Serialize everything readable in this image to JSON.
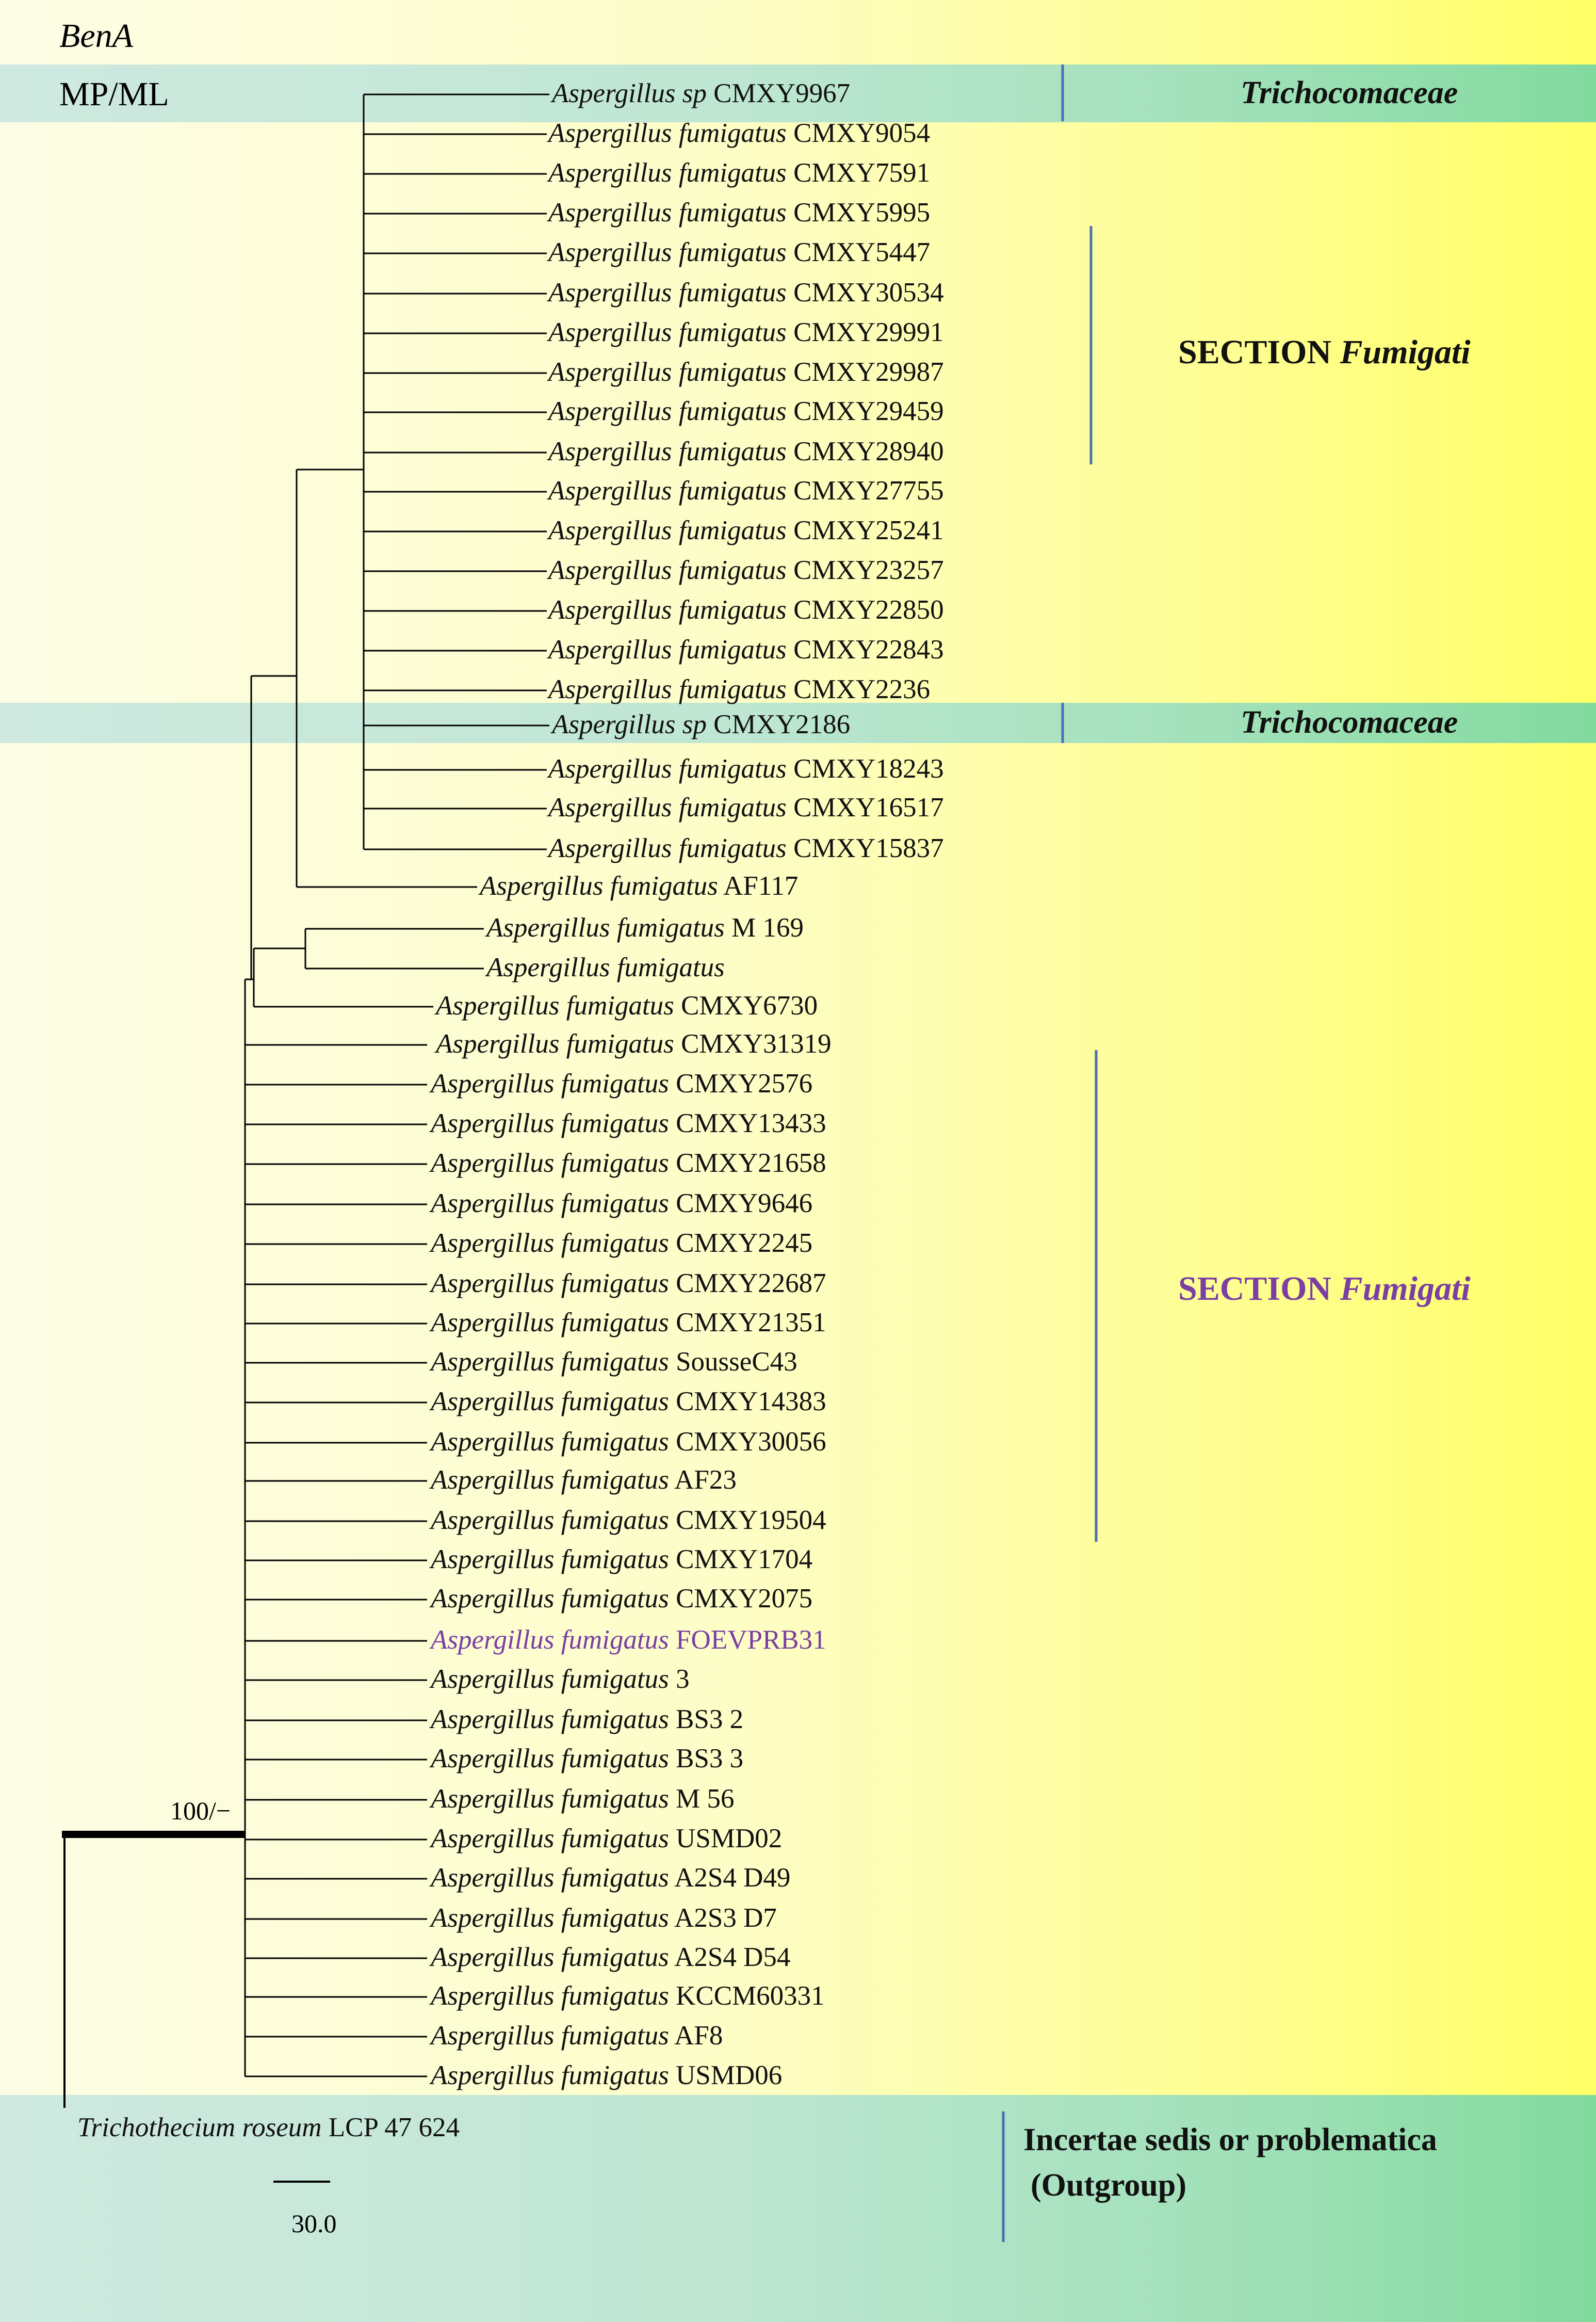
{
  "title": "BenA",
  "method": "MP/ML",
  "groups": {
    "tricho_1": {
      "name": "Trichocomaceae"
    },
    "section_1": {
      "prefix": "SECTION ",
      "name": "Fumigati"
    },
    "tricho_2": {
      "name": "Trichocomaceae"
    },
    "section_2": {
      "prefix": "SECTION ",
      "name": "Fumigati"
    },
    "outgroup": {
      "line1": "Incertae sedis or problematica",
      "line2": "(Outgroup)"
    }
  },
  "bootstrap": "100/−",
  "scale_bar": {
    "value": "30.0"
  },
  "taxa": [
    {
      "genus": "Aspergillus sp",
      "strain": "CMXY9967"
    },
    {
      "genus": "Aspergillus fumigatus",
      "strain": "CMXY9054"
    },
    {
      "genus": "Aspergillus fumigatus",
      "strain": "CMXY7591"
    },
    {
      "genus": "Aspergillus fumigatus",
      "strain": "CMXY5995"
    },
    {
      "genus": "Aspergillus fumigatus",
      "strain": "CMXY5447"
    },
    {
      "genus": "Aspergillus fumigatus",
      "strain": "CMXY30534"
    },
    {
      "genus": "Aspergillus fumigatus",
      "strain": "CMXY29991"
    },
    {
      "genus": "Aspergillus fumigatus",
      "strain": "CMXY29987"
    },
    {
      "genus": "Aspergillus fumigatus",
      "strain": "CMXY29459"
    },
    {
      "genus": "Aspergillus fumigatus",
      "strain": "CMXY28940"
    },
    {
      "genus": "Aspergillus fumigatus",
      "strain": "CMXY27755"
    },
    {
      "genus": "Aspergillus fumigatus",
      "strain": "CMXY25241"
    },
    {
      "genus": "Aspergillus fumigatus",
      "strain": "CMXY23257"
    },
    {
      "genus": "Aspergillus fumigatus",
      "strain": "CMXY22850"
    },
    {
      "genus": "Aspergillus fumigatus",
      "strain": "CMXY22843"
    },
    {
      "genus": "Aspergillus fumigatus",
      "strain": "CMXY2236"
    },
    {
      "genus": "Aspergillus sp",
      "strain": "CMXY2186"
    },
    {
      "genus": "Aspergillus fumigatus",
      "strain": "CMXY18243"
    },
    {
      "genus": "Aspergillus fumigatus",
      "strain": "CMXY16517"
    },
    {
      "genus": "Aspergillus fumigatus",
      "strain": "CMXY15837"
    },
    {
      "genus": "Aspergillus fumigatus",
      "strain": "AF117"
    },
    {
      "genus": "Aspergillus fumigatus",
      "strain": "M 169"
    },
    {
      "genus": "Aspergillus fumigatus",
      "strain": ""
    },
    {
      "genus": "Aspergillus fumigatus",
      "strain": "CMXY6730"
    },
    {
      "genus": "Aspergillus fumigatus",
      "strain": "CMXY31319"
    },
    {
      "genus": "Aspergillus fumigatus",
      "strain": "CMXY2576"
    },
    {
      "genus": "Aspergillus fumigatus",
      "strain": "CMXY13433"
    },
    {
      "genus": "Aspergillus fumigatus",
      "strain": "CMXY21658"
    },
    {
      "genus": "Aspergillus fumigatus",
      "strain": "CMXY9646"
    },
    {
      "genus": "Aspergillus fumigatus",
      "strain": "CMXY2245"
    },
    {
      "genus": "Aspergillus fumigatus",
      "strain": "CMXY22687"
    },
    {
      "genus": "Aspergillus fumigatus",
      "strain": "CMXY21351"
    },
    {
      "genus": "Aspergillus fumigatus",
      "strain": "SousseC43"
    },
    {
      "genus": "Aspergillus fumigatus",
      "strain": "CMXY14383"
    },
    {
      "genus": "Aspergillus fumigatus",
      "strain": "CMXY30056"
    },
    {
      "genus": "Aspergillus fumigatus",
      "strain": "AF23"
    },
    {
      "genus": "Aspergillus fumigatus",
      "strain": "CMXY19504"
    },
    {
      "genus": "Aspergillus fumigatus",
      "strain": "CMXY1704"
    },
    {
      "genus": "Aspergillus fumigatus",
      "strain": "CMXY2075"
    },
    {
      "genus": "Aspergillus fumigatus",
      "strain": "FOEVPRB31",
      "highlight": "#7a3fa3"
    },
    {
      "genus": "Aspergillus fumigatus",
      "strain": "3"
    },
    {
      "genus": "Aspergillus fumigatus",
      "strain": "BS3 2"
    },
    {
      "genus": "Aspergillus fumigatus",
      "strain": "BS3 3"
    },
    {
      "genus": "Aspergillus fumigatus",
      "strain": "M 56"
    },
    {
      "genus": "Aspergillus fumigatus",
      "strain": "USMD02"
    },
    {
      "genus": "Aspergillus fumigatus",
      "strain": "A2S4 D49"
    },
    {
      "genus": "Aspergillus fumigatus",
      "strain": "A2S3 D7"
    },
    {
      "genus": "Aspergillus fumigatus",
      "strain": "A2S4 D54"
    },
    {
      "genus": "Aspergillus fumigatus",
      "strain": "KCCM60331"
    },
    {
      "genus": "Aspergillus fumigatus",
      "strain": "AF8"
    },
    {
      "genus": "Aspergillus fumigatus",
      "strain": "USMD06"
    },
    {
      "genus": "Trichothecium roseum",
      "strain": "LCP 47 624"
    }
  ]
}
